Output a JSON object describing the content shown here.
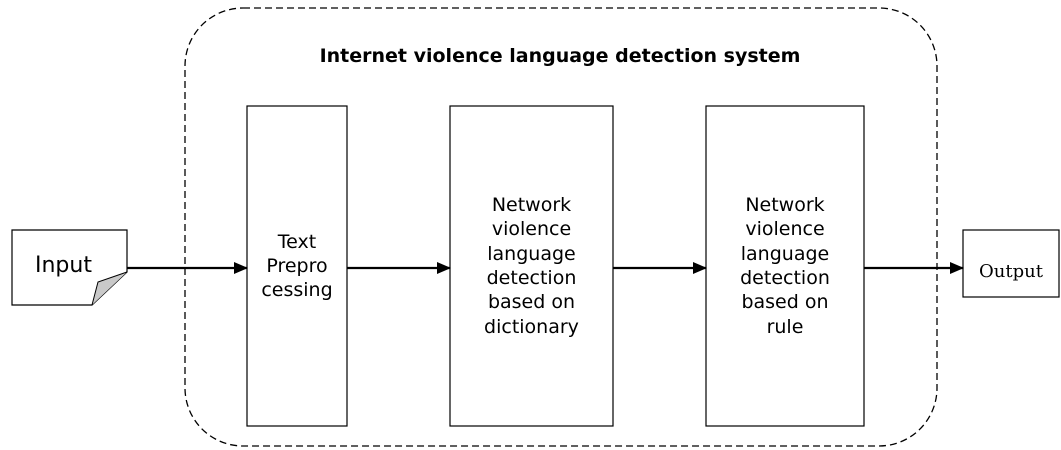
{
  "diagram": {
    "title": "Internet violence language detection system",
    "nodes": {
      "input": {
        "label": "Input"
      },
      "preprocessing": {
        "label": "Text\nPrepro\ncessing"
      },
      "dictionary_detection": {
        "label": "Network\nviolence\nlanguage\ndetection\nbased on\ndictionary"
      },
      "rule_detection": {
        "label": "Network\nviolence\nlanguage\ndetection\nbased on\nrule"
      },
      "output": {
        "label": "Output"
      }
    },
    "edges": [
      {
        "from": "input",
        "to": "preprocessing"
      },
      {
        "from": "preprocessing",
        "to": "dictionary_detection"
      },
      {
        "from": "dictionary_detection",
        "to": "rule_detection"
      },
      {
        "from": "rule_detection",
        "to": "output"
      }
    ]
  }
}
